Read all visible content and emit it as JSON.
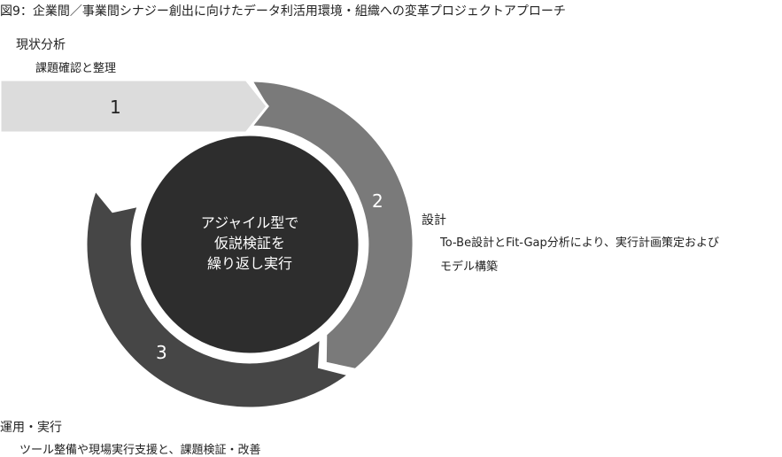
{
  "title": "図9：企業間／事業間シナジー創出に向けたデータ利活用環境・組織への変革プロジェクトアプローチ",
  "steps": [
    {
      "number": "1",
      "heading": "現状分析",
      "lines": [
        "課題確認と整理"
      ],
      "color": "#dcdcdc",
      "number_color": "#222222"
    },
    {
      "number": "2",
      "heading": "設計",
      "lines": [
        "To-Be設計とFit-Gap分析により、実行計画策定および",
        "モデル構築"
      ],
      "color": "#7a7a7a",
      "number_color": "#ffffff"
    },
    {
      "number": "3",
      "heading": "運用・実行",
      "lines": [
        "ツール整備や現場実行支援と、課題検証・改善"
      ],
      "color": "#464646",
      "number_color": "#ffffff"
    }
  ],
  "center": {
    "lines": [
      "アジャイル型で",
      "仮説検証を",
      "繰り返し実行"
    ],
    "color": "#2d2d2d"
  }
}
